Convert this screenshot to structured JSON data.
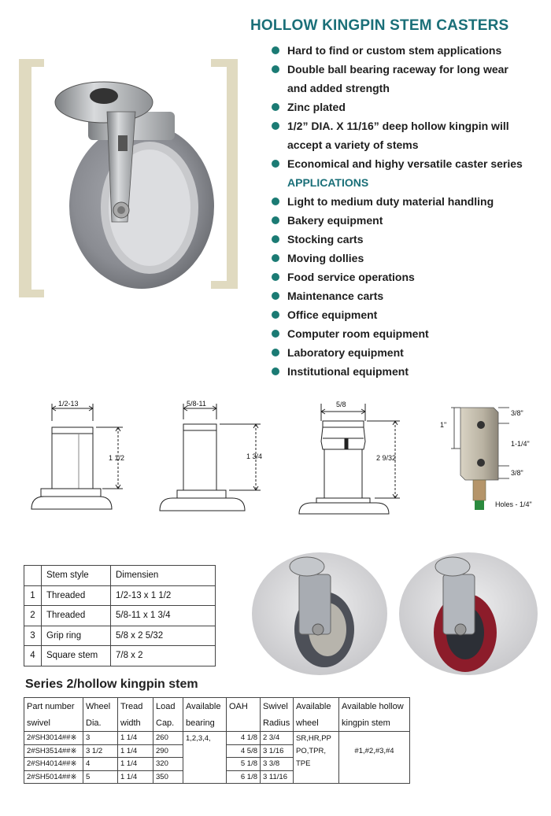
{
  "header": {
    "title": "HOLLOW KINGPIN STEM CASTERS"
  },
  "features": [
    "Hard to find or custom stem applications",
    "Double ball bearing raceway for long wear",
    "and added strength",
    "Zinc plated",
    "1/2” DIA. X 11/16” deep hollow kingpin will",
    "accept a variety of stems",
    "Economical and highy versatile caster series"
  ],
  "applications_heading": "APPLICATIONS",
  "applications": [
    "Light to medium duty material handling",
    "Bakery equipment",
    "Stocking carts",
    "Moving dollies",
    "Food service operations",
    "Maintenance carts",
    "Office equipment",
    "Computer room equipment",
    "Laboratory equipment",
    "Institutional equipment"
  ],
  "drawings": {
    "stem1": {
      "top": "1/2-13",
      "height": "1 1/2"
    },
    "stem2": {
      "top": "5/8-11",
      "height": "1 3/4"
    },
    "stem3": {
      "top": "5/8",
      "height": "2 9/32"
    },
    "stem4": {
      "left": "1\"",
      "a": "3/8\"",
      "b": "1-1/4\"",
      "c": "3/8\"",
      "note": "Holes - 1/4\""
    }
  },
  "stem_table": {
    "headers": [
      "",
      "Stem style",
      "Dimensien"
    ],
    "rows": [
      [
        "1",
        "Threaded",
        "1/2-13 x 1 1/2"
      ],
      [
        "2",
        "Threaded",
        "5/8-11 x 1 3/4"
      ],
      [
        "3",
        "Grip ring",
        "5/8 x 2 5/32"
      ],
      [
        "4",
        "Square stem",
        "7/8 x 2"
      ]
    ]
  },
  "series": {
    "title": "Series 2/hollow kingpin stem",
    "head1": [
      "Part number",
      "Wheel",
      "Tread",
      "Load",
      "Available",
      "OAH",
      "Swivel",
      "Available",
      "Available hollow"
    ],
    "head2": [
      "swivel",
      "Dia.",
      "width",
      "Cap.",
      "bearing",
      "",
      "Radius",
      "wheel",
      "kingpin stem"
    ],
    "bearing": "1,2,3,4,",
    "wheel_lines": [
      "SR,HR,PP",
      "PO,TPR,",
      "TPE"
    ],
    "kingpin": "#1,#2,#3,#4",
    "rows": [
      {
        "part": "2#SH3014##※",
        "dia": "3",
        "width": "1 1/4",
        "cap": "260",
        "oah": "4 1/8",
        "radius": "2 3/4"
      },
      {
        "part": "2#SH3514##※",
        "dia": "3 1/2",
        "width": "1 1/4",
        "cap": "290",
        "oah": "4 5/8",
        "radius": "3 1/16"
      },
      {
        "part": "2#SH4014##※",
        "dia": "4",
        "width": "1 1/4",
        "cap": "320",
        "oah": "5 1/8",
        "radius": "3 3/8"
      },
      {
        "part": "2#SH5014##※",
        "dia": "5",
        "width": "1 1/4",
        "cap": "350",
        "oah": "6 1/8",
        "radius": "3 11/16"
      }
    ]
  },
  "colors": {
    "accent": "#1a6f78",
    "bullet": "#1b7b74",
    "bracket": "#e0dac0",
    "wheel_gray": "#8a8d93",
    "wheel_red": "#8c1c2a"
  }
}
